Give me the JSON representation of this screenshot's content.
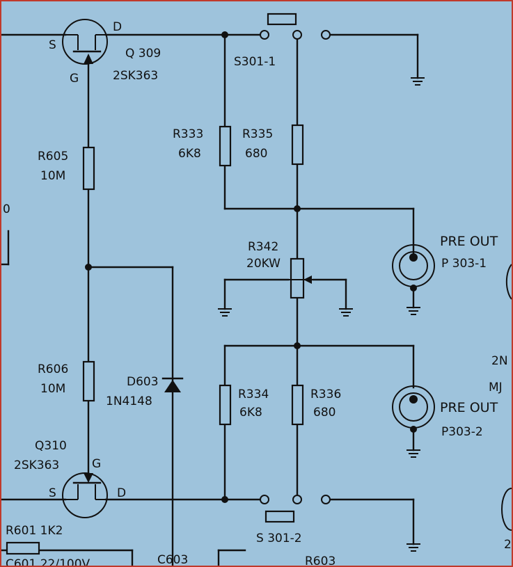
{
  "labels": {
    "q309_name": "Q 309",
    "q309_type": "2SK363",
    "q310_name": "Q310",
    "q310_type": "2SK363",
    "fet_s": "S",
    "fet_d": "D",
    "fet_g": "G",
    "r605_name": "R605",
    "r605_val": "10M",
    "r606_name": "R606",
    "r606_val": "10M",
    "d603_name": "D603",
    "d603_type": "1N4148",
    "r333_name": "R333",
    "r333_val": "6K8",
    "r335_name": "R335",
    "r335_val": "680",
    "r342_name": "R342",
    "r342_val": "20KW",
    "r334_name": "R334",
    "r334_val": "6K8",
    "r336_name": "R336",
    "r336_val": "680",
    "s301_1": "S301-1",
    "s301_2": "S 301-2",
    "pre_out_1": "PRE OUT",
    "p303_1": "P 303-1",
    "pre_out_2": "PRE OUT",
    "p303_2": "P303-2",
    "r601": "R601  1K2",
    "c601": "C601   22/100V",
    "c603": "C603",
    "r603": "R603",
    "edge_2n": "2N",
    "edge_mj": "MJ",
    "edge_2": "2",
    "edge_0": "0"
  }
}
